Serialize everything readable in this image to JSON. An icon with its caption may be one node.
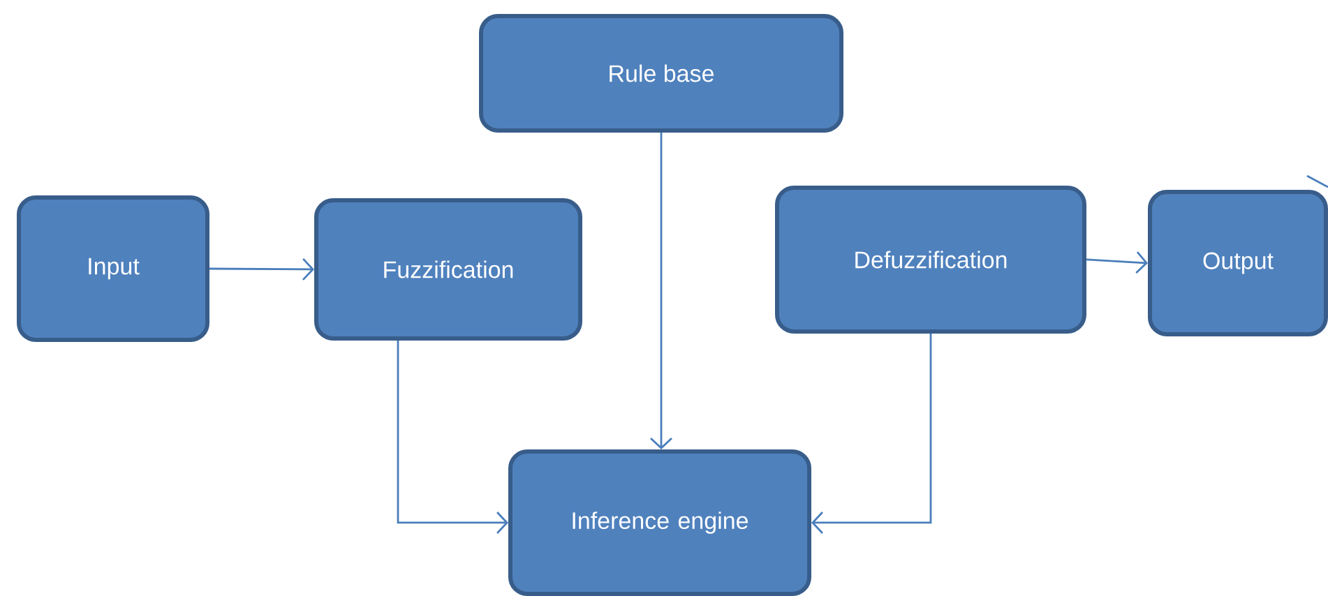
{
  "diagram": {
    "nodes": [
      {
        "text": [
          "Rule base"
        ]
      },
      {
        "text": [
          "Input"
        ]
      },
      {
        "text": [
          "Fuzzification"
        ]
      },
      {
        "text": [
          "Defuzzification"
        ]
      },
      {
        "text": [
          "Output"
        ]
      },
      {
        "text": [
          "Inference engine"
        ]
      }
    ],
    "edges": [
      {
        "from": 1,
        "to": 2,
        "arrow": "to"
      },
      {
        "from": 2,
        "to": 5,
        "arrow": "to"
      },
      {
        "from": 0,
        "to": 5,
        "arrow": "to"
      },
      {
        "from": 3,
        "to": 5,
        "arrow": "to"
      },
      {
        "from": 3,
        "to": 4,
        "arrow": "to"
      },
      {
        "from": null,
        "to": 4,
        "arrow": "none"
      }
    ]
  }
}
